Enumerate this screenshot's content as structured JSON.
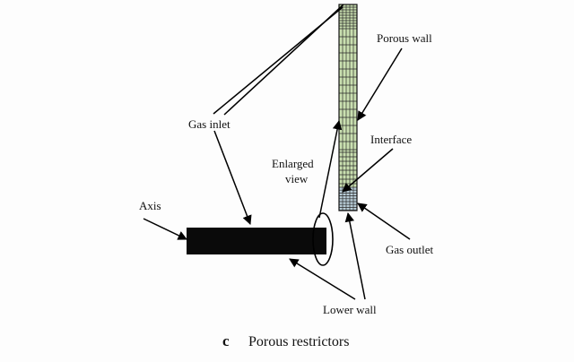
{
  "labels": {
    "porous_wall": "Porous wall",
    "gas_inlet": "Gas inlet",
    "interface": "Interface",
    "enlarged_line1": "Enlarged",
    "enlarged_line2": "view",
    "axis": "Axis",
    "gas_outlet": "Gas outlet",
    "lower_wall": "Lower wall"
  },
  "caption": {
    "letter": "c",
    "text": "Porous restrictors"
  },
  "colors": {
    "porous_fill": "#c9dfb0",
    "outlet_fill": "#b8ccd6",
    "mesh_line": "#2a2a2a",
    "solid_bar": "#0a0a0a"
  }
}
